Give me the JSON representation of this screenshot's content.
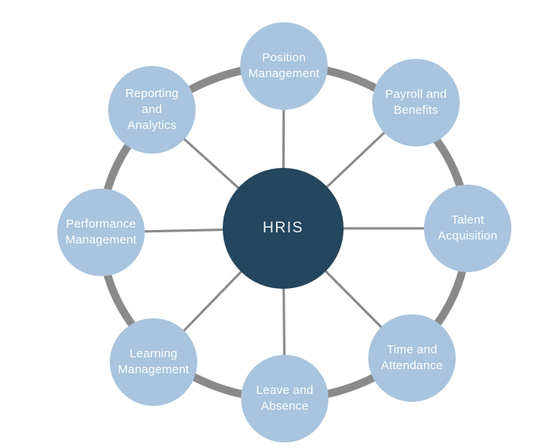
{
  "diagram": {
    "type": "hub-and-spoke",
    "center": {
      "label": "HRIS"
    },
    "nodes": [
      {
        "id": "position-management",
        "label": "Position\nManagement"
      },
      {
        "id": "payroll-and-benefits",
        "label": "Payroll and\nBenefits"
      },
      {
        "id": "talent-acquisition",
        "label": "Talent\nAcquisition"
      },
      {
        "id": "time-and-attendance",
        "label": "Time and\nAttendance"
      },
      {
        "id": "leave-and-absence",
        "label": "Leave and\nAbsence"
      },
      {
        "id": "learning-management",
        "label": "Learning\nManagement"
      },
      {
        "id": "performance-management",
        "label": "Performance\nManagement"
      },
      {
        "id": "reporting-and-analytics",
        "label": "Reporting\nand\nAnalytics"
      }
    ],
    "colors": {
      "hub": "#24465e",
      "node": "#a8c4de",
      "line": "#8a8a8a",
      "hub_text": "#eef2f4",
      "node_text": "#fdfeff",
      "background": "#ffffff"
    }
  }
}
